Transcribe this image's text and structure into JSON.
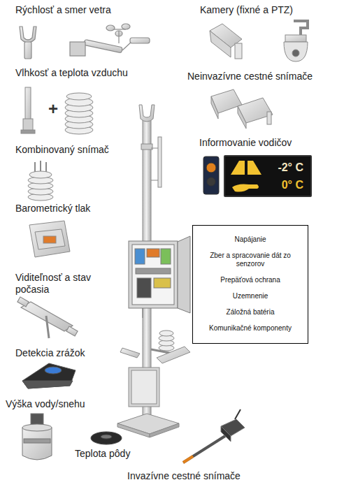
{
  "diagram": {
    "nodes": [
      {
        "text": [
          "-2° C",
          "0° C"
        ]
      },
      {
        "text": [
          "Napájanie",
          "Zber a spracovanie dát zo senzorov",
          "Prepäťová ochrana",
          "Uzemnenie",
          "Záložná batéria",
          "Komunikačné komponenty"
        ]
      }
    ],
    "labels": [
      "Rýchlosť a smer vetra",
      "Kamery (fixné a PTZ)",
      "Vlhkosť a teplota vzduchu",
      "+",
      "Neinvazívne cestné snímače",
      "Informovanie vodičov",
      "Kombinovaný snímač",
      "Barometrický tlak",
      "Viditeľnosť a stav počasia",
      "Detekcia zrážok",
      "Výška vody/snehu",
      "Teplota pôdy",
      "Invazívne cestné snímače"
    ]
  }
}
